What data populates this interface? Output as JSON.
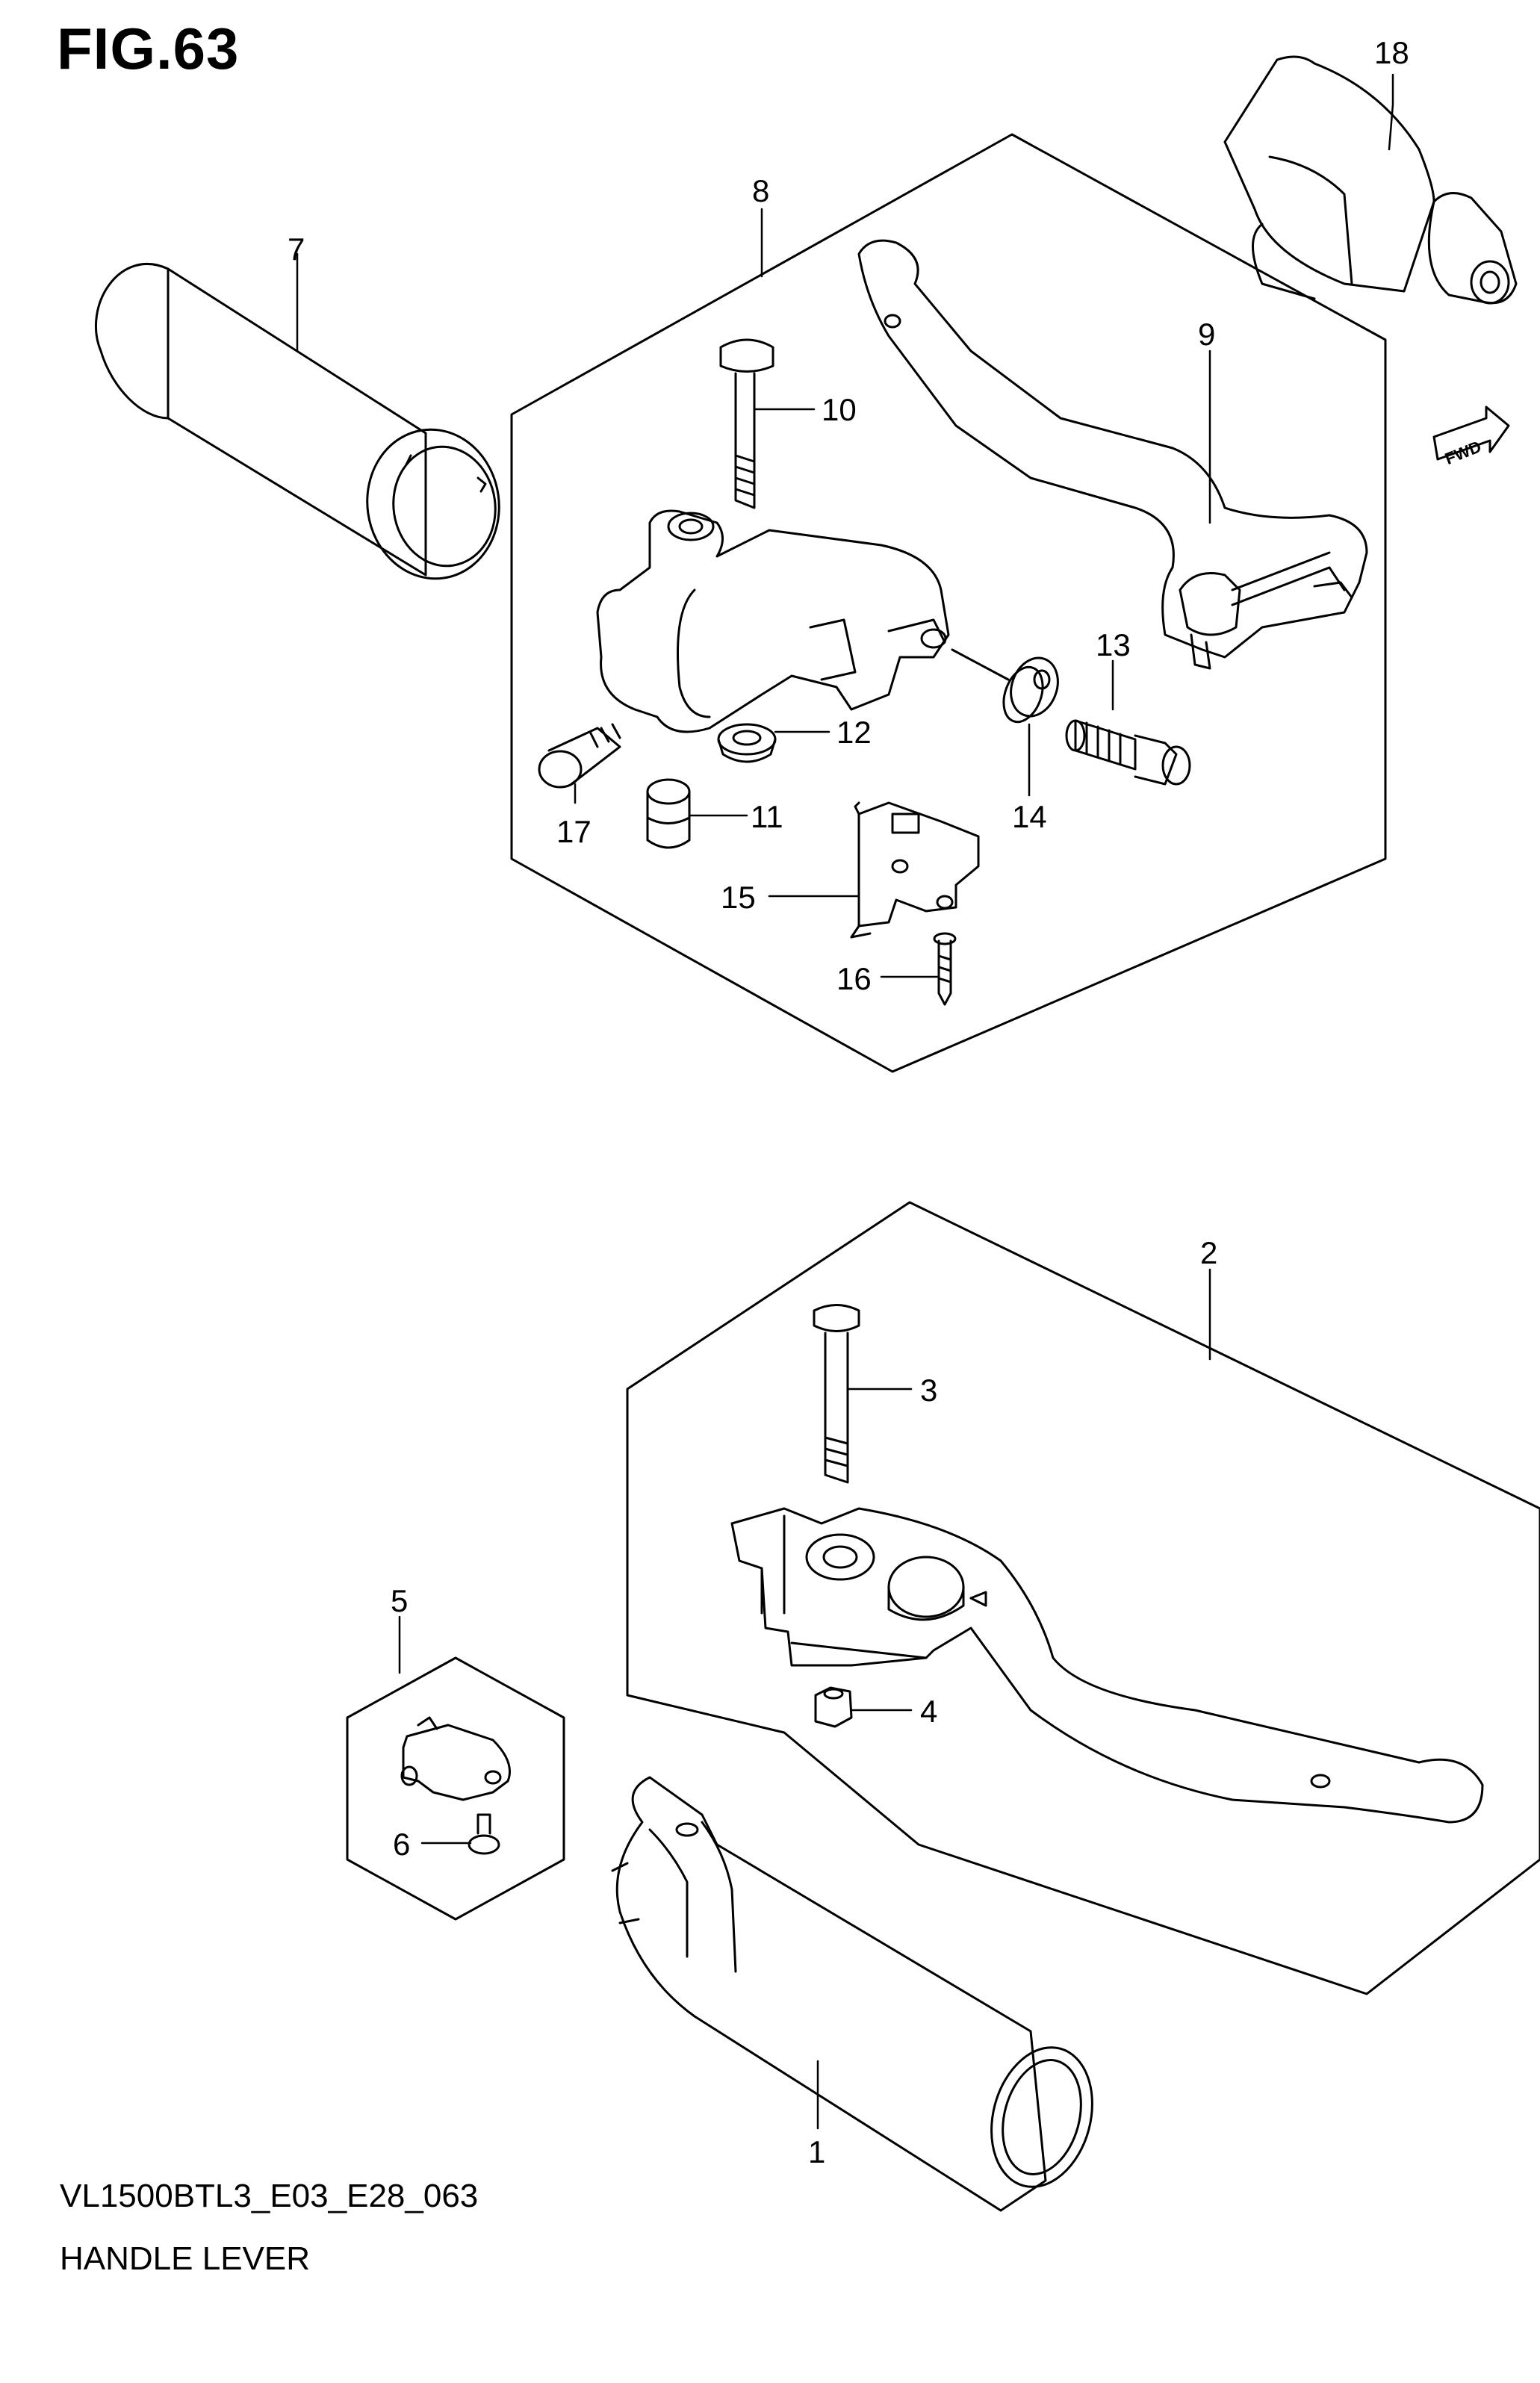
{
  "figure": {
    "title": "FIG.63",
    "code": "VL1500BTL3_E03_E28_063",
    "name": "HANDLE LEVER",
    "fwd_label": "FWD"
  },
  "callouts": {
    "c1": "1",
    "c2": "2",
    "c3": "3",
    "c4": "4",
    "c5": "5",
    "c6": "6",
    "c7": "7",
    "c8": "8",
    "c9": "9",
    "c10": "10",
    "c11": "11",
    "c12": "12",
    "c13": "13",
    "c14": "14",
    "c15": "15",
    "c16": "16",
    "c17": "17",
    "c18": "18"
  },
  "icons": {
    "fwd_arrow": "fwd-arrow-icon"
  }
}
